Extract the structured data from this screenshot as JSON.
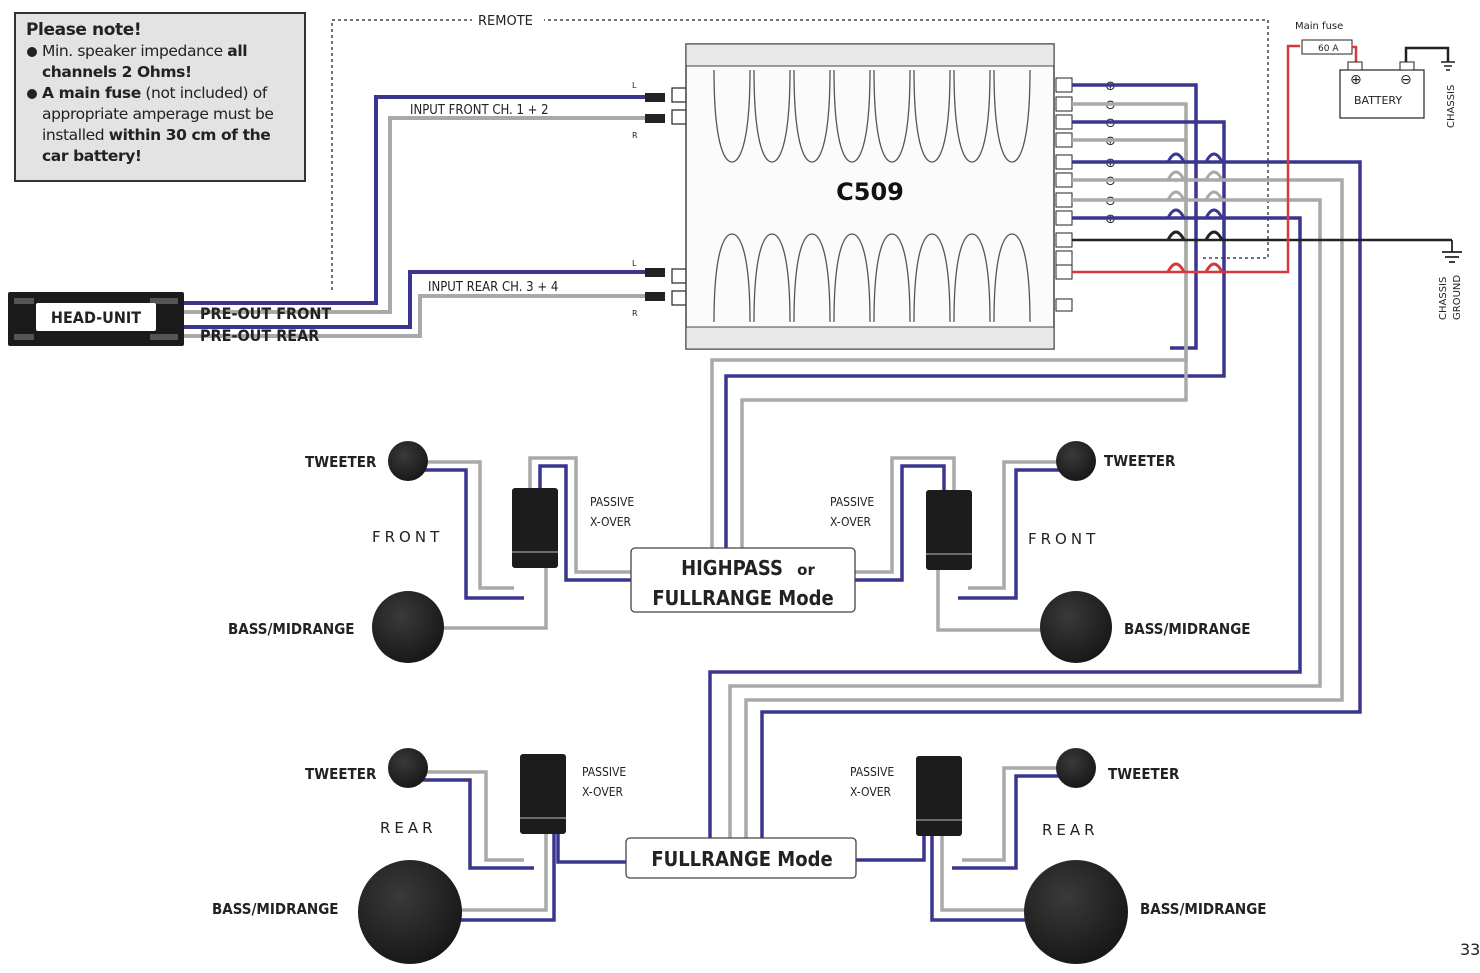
{
  "note": {
    "title": "Please note!",
    "item1_a": "Min. speaker impedance ",
    "item1_b": "all channels 2 Ohms!",
    "item2_a": "A main fuse",
    "item2_b": " (not included) of appropriate amperage must be installed ",
    "item2_c": "within 30 cm of the car battery!"
  },
  "amp": {
    "model": "C509"
  },
  "labels": {
    "remote": "REMOTE",
    "input_front": "INPUT FRONT  CH. 1 + 2",
    "input_rear": "INPUT REAR  CH. 3 + 4",
    "head_unit": "HEAD-UNIT",
    "preout_front": "PRE-OUT FRONT",
    "preout_rear": "PRE-OUT REAR",
    "main_fuse": "Main fuse",
    "fuse_value": "60 A",
    "battery": "BATTERY",
    "chassis": "CHASSIS",
    "chassis_ground_1": "CHASSIS",
    "chassis_ground_2": "GROUND",
    "rca_l": "L",
    "rca_r": "R"
  },
  "speakers": {
    "tweeter": "TWEETER",
    "bass": "BASS/MIDRANGE",
    "front": "FRONT",
    "rear": "REAR",
    "passive_1": "PASSIVE",
    "passive_2": "X-OVER"
  },
  "modes": {
    "highpass_1": "HIGHPASS",
    "highpass_or": "or",
    "highpass_2": "FULLRANGE Mode",
    "fullrange": "FULLRANGE Mode"
  },
  "page_number": "33",
  "colors": {
    "blue_wire": "#3a3690",
    "gray_wire": "#a9a9a9",
    "red_wire": "#d6393b",
    "black_wire": "#222222"
  }
}
